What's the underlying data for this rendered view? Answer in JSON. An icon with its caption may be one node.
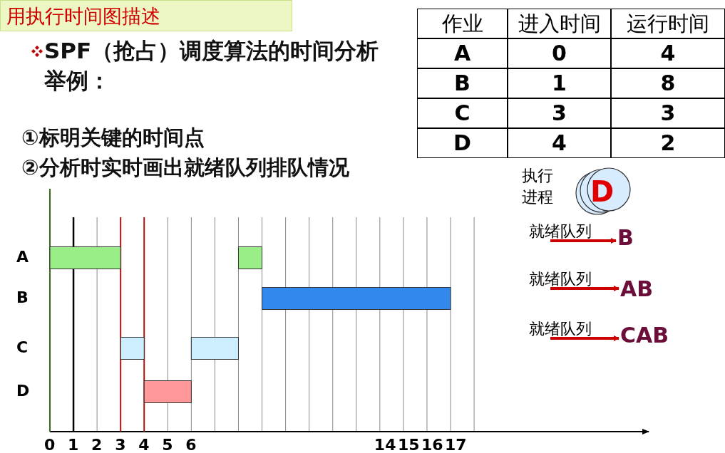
{
  "diagram": {
    "title": "用执行时间图描述",
    "nodes": [
      {
        "text": [
          "D"
        ],
        "beside": [
          "执行进程"
        ]
      },
      {
        "text": [
          "B"
        ]
      },
      {
        "text": [
          "AB"
        ]
      },
      {
        "text": [
          "CAB"
        ]
      }
    ],
    "edges": [
      {
        "from": null,
        "to": 1,
        "arrow": "to",
        "label": "就绪队列"
      },
      {
        "from": null,
        "to": 2,
        "arrow": "to",
        "label": "就绪队列"
      },
      {
        "from": null,
        "to": 3,
        "arrow": "to",
        "label": "就绪队列"
      }
    ],
    "labels": [
      "SPF（抢占）调度算法的时间分析举例：",
      "①标明关键的时间点",
      "②分析时实时画出就绪队列排队情况",
      "作业",
      "进入时间",
      "运行时间",
      "A",
      "0",
      "4",
      "B",
      "1",
      "8",
      "C",
      "3",
      "3",
      "D",
      "4",
      "2",
      "A",
      "B",
      "C",
      "D",
      "0",
      "1",
      "2",
      "3",
      "4",
      "5",
      "6",
      "14",
      "15",
      "16",
      "17"
    ]
  }
}
